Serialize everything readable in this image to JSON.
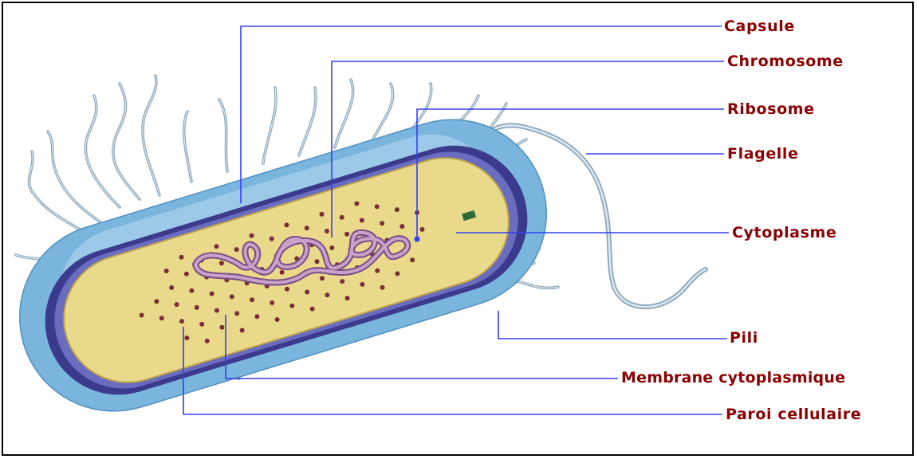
{
  "colors": {
    "label": "#8b0000",
    "leader": "#3340ee",
    "frame": "#000000",
    "capsule": "#7ab5de",
    "capsule_light": "#b6d9ef",
    "wall": "#3b3a8c",
    "membrane": "#6a6cc0",
    "cytoplasm": "#e9d98b",
    "cytoplasm_edge": "#bda24a",
    "ribosome": "#7a2e37",
    "chromosome": "#c8a2c8",
    "chromosome_edge": "#7a4d86",
    "appendage": "#8aa4b8",
    "appendage_light": "#dde9f2"
  },
  "labels": {
    "capsule": "Capsule",
    "chromosome": "Chromosome",
    "ribosome": "Ribosome",
    "flagelle": "Flagelle",
    "cytoplasme": "Cytoplasme",
    "pili": "Pili",
    "membrane": "Membrane cytoplasmique",
    "paroi": "Paroi cellulaire"
  }
}
